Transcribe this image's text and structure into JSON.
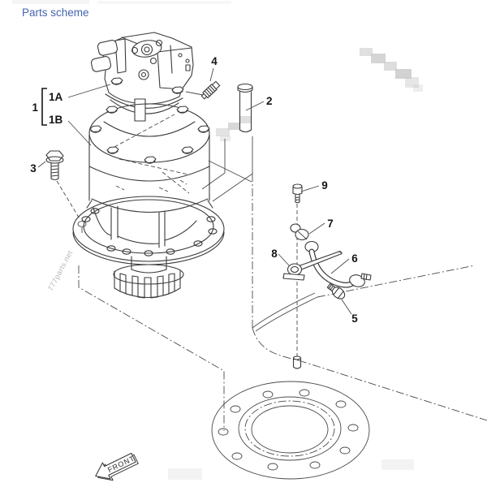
{
  "page": {
    "title": "Parts scheme",
    "title_color": "#4565ae",
    "background_color": "#ffffff"
  },
  "diagram": {
    "type": "exploded-parts-drawing",
    "subject": "swing machinery / reduction gear assembly line drawing",
    "line_color": "#3a3a3a",
    "watermark": {
      "text": "777parts.net",
      "color": "#b5b5b5"
    },
    "front_arrow": {
      "label": "FRONT"
    },
    "callouts": {
      "c1": "1",
      "c1a": "1A",
      "c1b": "1B",
      "c2": "2",
      "c3": "3",
      "c4": "4",
      "c5": "5",
      "c6": "6",
      "c7": "7",
      "c8": "8",
      "c9": "9"
    }
  }
}
